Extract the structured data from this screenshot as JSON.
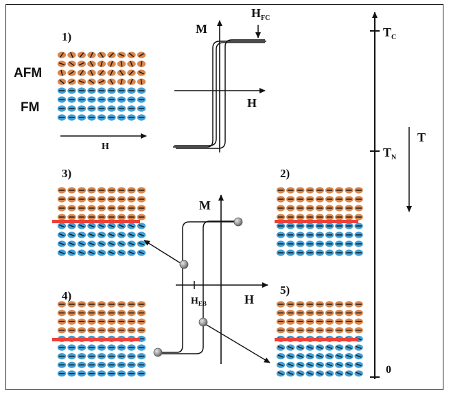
{
  "side_labels": {
    "afm": "AFM",
    "fm": "FM"
  },
  "panels": {
    "p1": {
      "label": "1)",
      "field_label": "H"
    },
    "p2": {
      "label": "2)"
    },
    "p3": {
      "label": "3)"
    },
    "p4": {
      "label": "4)"
    },
    "p5": {
      "label": "5)"
    }
  },
  "top_loop": {
    "m_label": "M",
    "h_label": "H",
    "hfc_main": "H",
    "hfc_sub": "FC"
  },
  "bottom_loop": {
    "m_label": "M",
    "h_label": "H",
    "heb_main": "H",
    "heb_sub": "EB"
  },
  "temperature_axis": {
    "arrow_label": "T",
    "tc_main": "T",
    "tc_sub": "C",
    "tn_main": "T",
    "tn_sub": "N",
    "zero_label": "0"
  },
  "colors": {
    "afm_spin": "#d9864d",
    "fm_spin": "#3f9fd6",
    "interface": "#e8423a",
    "ink": "#111111",
    "marker": "#8c8c8c"
  }
}
